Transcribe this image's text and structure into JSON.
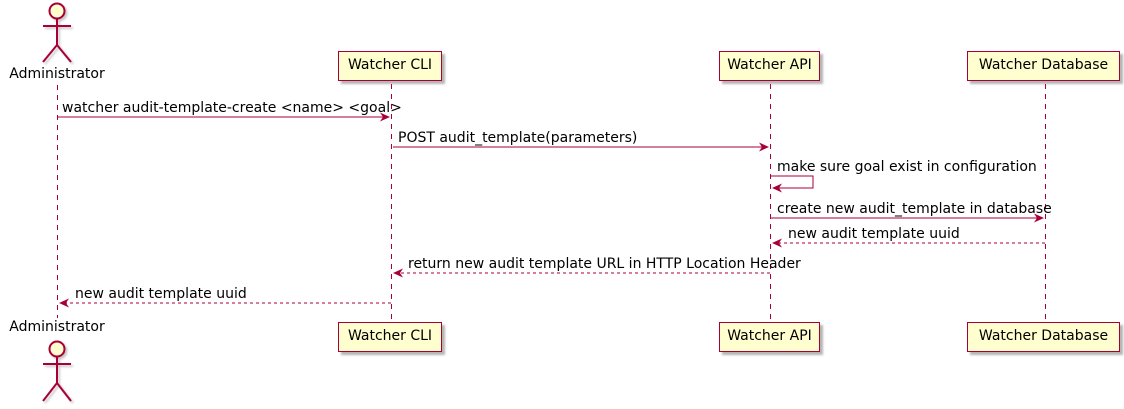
{
  "diagram": {
    "type": "uml-sequence",
    "actor": {
      "name": "Administrator"
    },
    "participants": [
      {
        "id": "watcher-cli",
        "label": "Watcher CLI"
      },
      {
        "id": "watcher-api",
        "label": "Watcher API"
      },
      {
        "id": "watcher-database",
        "label": "Watcher Database"
      }
    ],
    "messages": [
      {
        "from": "Administrator",
        "to": "Watcher CLI",
        "text": "watcher audit-template-create <name> <goal>",
        "style": "solid"
      },
      {
        "from": "Watcher CLI",
        "to": "Watcher API",
        "text": "POST audit_template(parameters)",
        "style": "solid"
      },
      {
        "from": "Watcher API",
        "to": "Watcher API",
        "text": "make sure goal exist in configuration",
        "style": "self"
      },
      {
        "from": "Watcher API",
        "to": "Watcher Database",
        "text": "create new audit_template in database",
        "style": "solid"
      },
      {
        "from": "Watcher Database",
        "to": "Watcher API",
        "text": "new audit template uuid",
        "style": "dashed-return"
      },
      {
        "from": "Watcher API",
        "to": "Watcher CLI",
        "text": "return new audit template URL in HTTP Location Header",
        "style": "dashed-return"
      },
      {
        "from": "Watcher CLI",
        "to": "Administrator",
        "text": "new audit template uuid",
        "style": "dashed-return"
      }
    ],
    "colors": {
      "line": "#A80036",
      "fill": "#FEFECE",
      "text": "#000000",
      "background": "#FFFFFF"
    }
  }
}
